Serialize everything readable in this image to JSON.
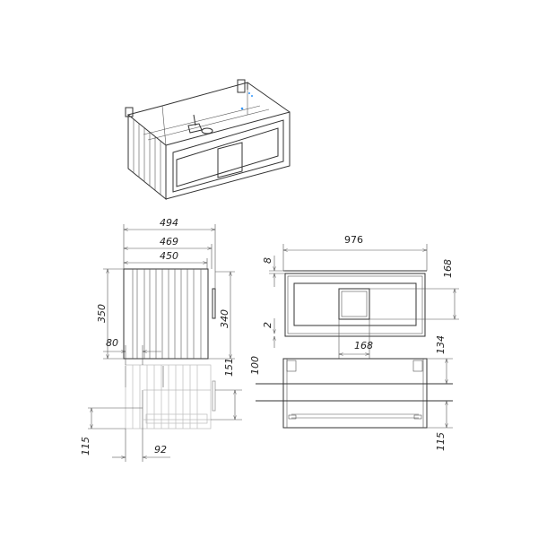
{
  "dimensions": {
    "side_width_494": "494",
    "side_width_469": "469",
    "side_width_450": "450",
    "side_height_350": "350",
    "side_height_340": "340",
    "offset_80": "80",
    "offset_151": "151",
    "offset_115_left": "115",
    "offset_92": "92",
    "offset_100": "100",
    "front_width_976": "976",
    "front_gap_8": "8",
    "front_gap_2": "2",
    "window_height_168": "168",
    "window_width_168": "168",
    "back_134": "134",
    "back_115": "115"
  }
}
